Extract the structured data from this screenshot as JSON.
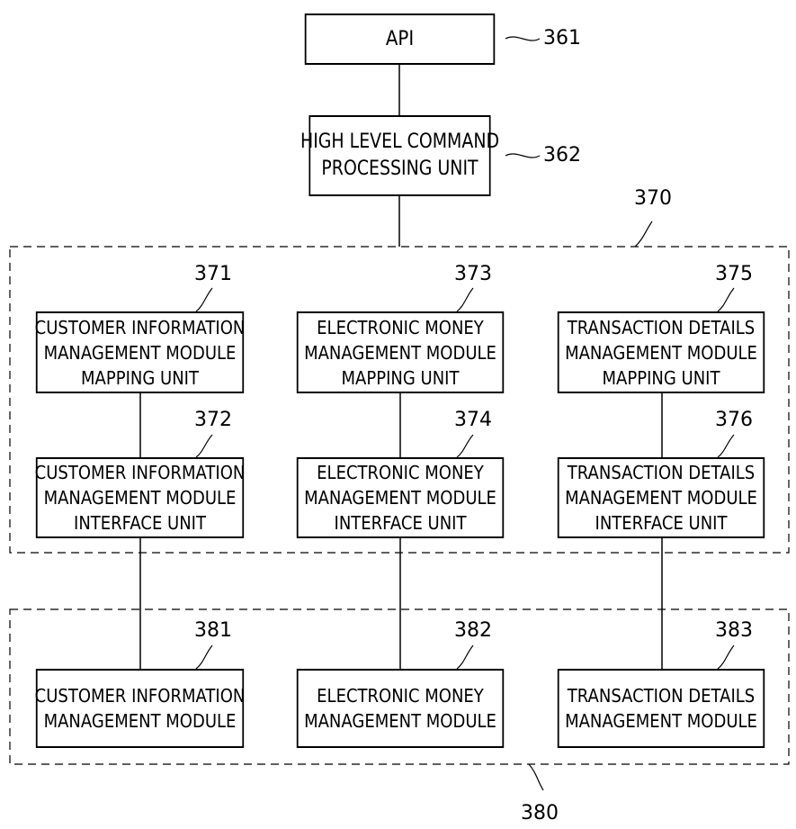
{
  "api": {
    "label": "API",
    "ref": "361"
  },
  "high_level": {
    "lines": [
      "HIGH LEVEL COMMAND",
      "PROCESSING UNIT"
    ],
    "ref": "362"
  },
  "group_370": {
    "ref": "370"
  },
  "group_380": {
    "ref": "380"
  },
  "mapping_units": [
    {
      "lines": [
        "CUSTOMER INFORMATION",
        "MANAGEMENT MODULE",
        "MAPPING UNIT"
      ],
      "ref": "371"
    },
    {
      "lines": [
        "ELECTRONIC MONEY",
        "MANAGEMENT MODULE",
        "MAPPING UNIT"
      ],
      "ref": "373"
    },
    {
      "lines": [
        "TRANSACTION DETAILS",
        "MANAGEMENT MODULE",
        "MAPPING UNIT"
      ],
      "ref": "375"
    }
  ],
  "interface_units": [
    {
      "lines": [
        "CUSTOMER INFORMATION",
        "MANAGEMENT MODULE",
        "INTERFACE UNIT"
      ],
      "ref": "372"
    },
    {
      "lines": [
        "ELECTRONIC MONEY",
        "MANAGEMENT MODULE",
        "INTERFACE UNIT"
      ],
      "ref": "374"
    },
    {
      "lines": [
        "TRANSACTION DETAILS",
        "MANAGEMENT MODULE",
        "INTERFACE UNIT"
      ],
      "ref": "376"
    }
  ],
  "modules": [
    {
      "lines": [
        "CUSTOMER INFORMATION",
        "MANAGEMENT MODULE"
      ],
      "ref": "381"
    },
    {
      "lines": [
        "ELECTRONIC MONEY",
        "MANAGEMENT MODULE"
      ],
      "ref": "382"
    },
    {
      "lines": [
        "TRANSACTION DETAILS",
        "MANAGEMENT MODULE"
      ],
      "ref": "383"
    }
  ]
}
